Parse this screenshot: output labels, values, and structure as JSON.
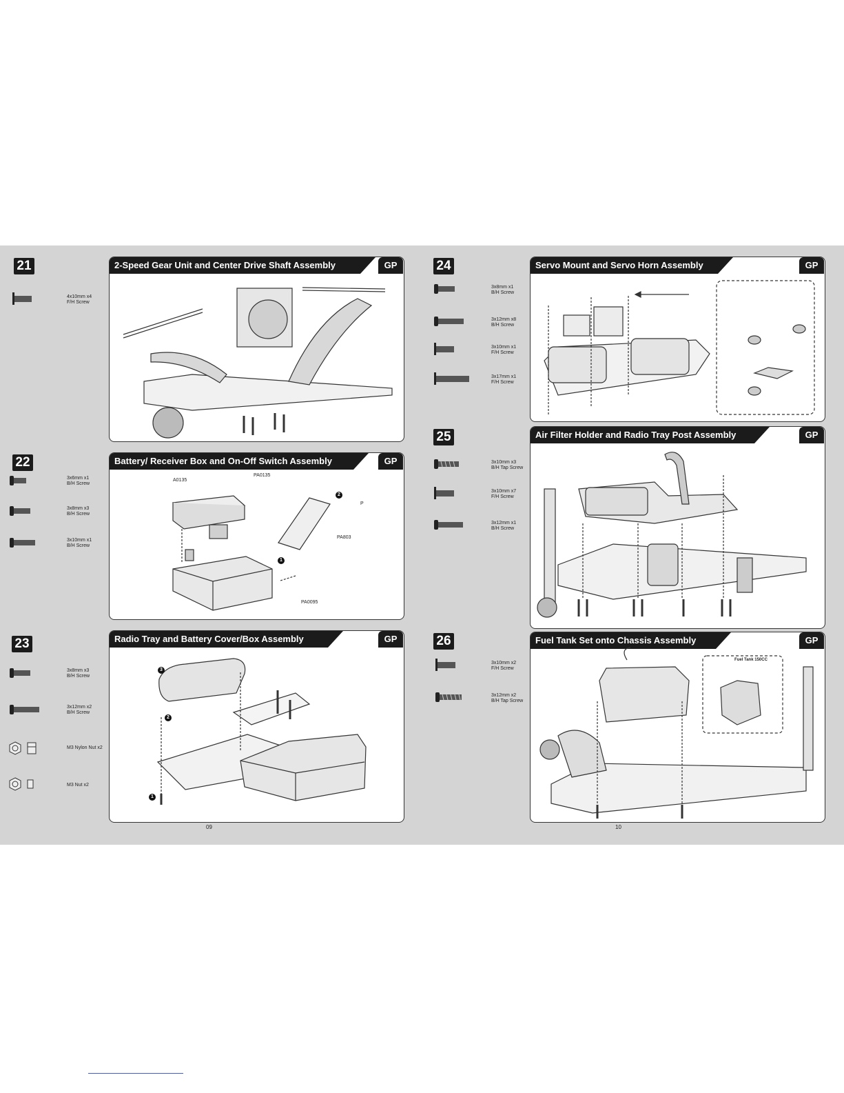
{
  "page_left": "09",
  "page_right": "10",
  "gp_label": "GP",
  "steps": [
    {
      "number": "21",
      "title": "2-Speed Gear Unit and Center Drive Shaft Assembly",
      "parts": [
        {
          "size": "4x10mm x4",
          "type": "F/H Screw",
          "icon": "flat-head-screw-icon"
        }
      ],
      "callouts": []
    },
    {
      "number": "22",
      "title": "Battery/ Receiver Box and On-Off Switch Assembly",
      "parts": [
        {
          "size": "3x6mm x1",
          "type": "B/H Screw",
          "icon": "button-head-screw-icon"
        },
        {
          "size": "3x8mm x3",
          "type": "B/H Screw",
          "icon": "button-head-screw-icon"
        },
        {
          "size": "3x10mm x1",
          "type": "B/H Screw",
          "icon": "button-head-screw-icon"
        }
      ],
      "callouts": [
        "A0135",
        "PA0135",
        "P",
        "PA803",
        "PA0095"
      ],
      "badges": [
        "2",
        "1"
      ]
    },
    {
      "number": "23",
      "title": "Radio Tray and Battery Cover/Box Assembly",
      "parts": [
        {
          "size": "3x8mm x3",
          "type": "B/H Screw",
          "icon": "button-head-screw-icon"
        },
        {
          "size": "3x12mm x2",
          "type": "B/H Screw",
          "icon": "button-head-screw-icon"
        },
        {
          "size": "M3 Nylon Nut x2",
          "type": "",
          "icon": "nylon-nut-icon"
        },
        {
          "size": "M3 Nut x2",
          "type": "",
          "icon": "nut-icon"
        }
      ],
      "callouts": [],
      "badges": [
        "3",
        "2",
        "1"
      ]
    },
    {
      "number": "24",
      "title": "Servo Mount  and Servo Horn Assembly",
      "parts": [
        {
          "size": "3x8mm x1",
          "type": "B/H Screw",
          "icon": "button-head-screw-icon"
        },
        {
          "size": "3x12mm x8",
          "type": "B/H Screw",
          "icon": "button-head-screw-icon"
        },
        {
          "size": "3x10mm x1",
          "type": "F/H Screw",
          "icon": "flat-head-screw-icon"
        },
        {
          "size": "3x17mm x1",
          "type": "F/H Screw",
          "icon": "flat-head-screw-icon"
        }
      ],
      "callouts": []
    },
    {
      "number": "25",
      "title": "Air Filter Holder and Radio Tray Post Assembly",
      "parts": [
        {
          "size": "3x10mm x3",
          "type": "B/H Tap Screw",
          "icon": "tap-screw-icon"
        },
        {
          "size": "3x10mm x7",
          "type": "F/H Screw",
          "icon": "flat-head-screw-icon"
        },
        {
          "size": "3x12mm x1",
          "type": "B/H Screw",
          "icon": "button-head-screw-icon"
        }
      ],
      "callouts": []
    },
    {
      "number": "26",
      "title": "Fuel Tank Set onto Chassis Assembly",
      "parts": [
        {
          "size": "3x10mm x2",
          "type": "F/H Screw",
          "icon": "flat-head-screw-icon"
        },
        {
          "size": "3x12mm x2",
          "type": "B/H Tap Screw",
          "icon": "tap-screw-icon"
        }
      ],
      "callouts": [],
      "inset_title": "Fuel Tank 150CC"
    }
  ],
  "colors": {
    "spread_bg": "#d4d4d4",
    "bar": "#1b1b1b",
    "panel_bg": "#ffffff"
  }
}
